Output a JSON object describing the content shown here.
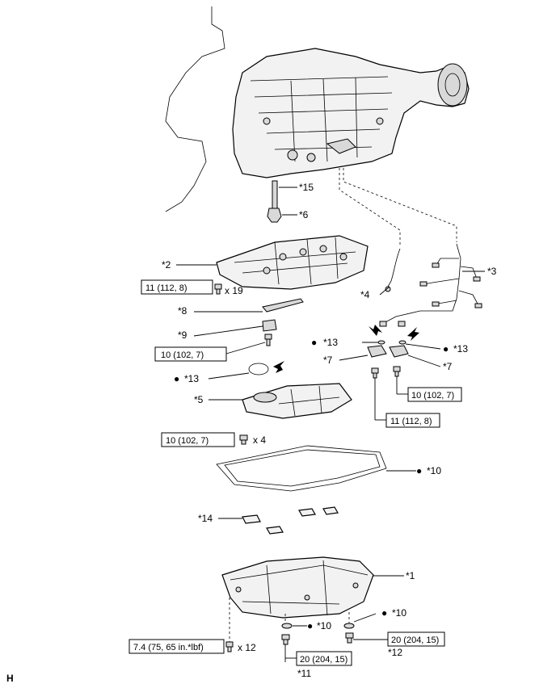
{
  "labels": {
    "p1": "*1",
    "p2": "*2",
    "p3": "*3",
    "p4": "*4",
    "p5": "*5",
    "p6": "*6",
    "p7a": "*7",
    "p7b": "*7",
    "p8": "*8",
    "p9": "*9",
    "p10a": "*10",
    "p10b": "*10",
    "p10c": "*10",
    "p11": "*11",
    "p12": "*12",
    "p13a": "*13",
    "p13b": "*13",
    "p13c": "*13",
    "p14": "*14",
    "p15": "*15"
  },
  "torque": {
    "t1": "11 (112, 8)",
    "t2": "10 (102, 7)",
    "t3": "10 (102, 7)",
    "t4": "11 (112, 8)",
    "t5": "10 (102, 7)",
    "t6": "7.4 (75, 65 in.*lbf)",
    "t7": "20 (204, 15)",
    "t8": "20 (204, 15)"
  },
  "qty": {
    "q19": "x 19",
    "q4": "x 4",
    "q12": "x 12"
  },
  "bullet": "●",
  "corner": "H",
  "icons": {
    "bullet": "filled-circle",
    "arrow": "bold-arrow"
  }
}
